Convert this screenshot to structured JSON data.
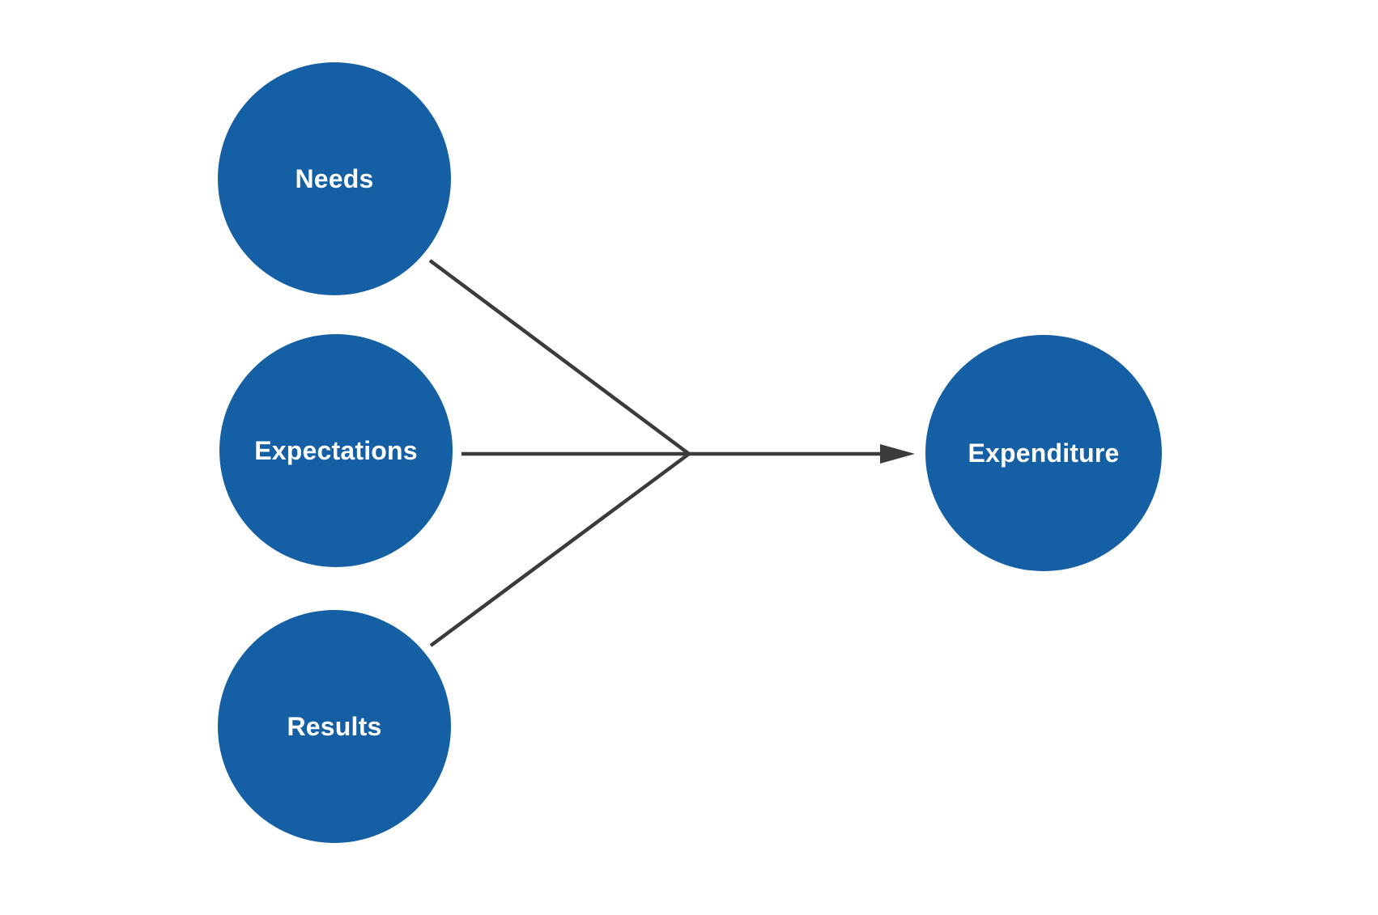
{
  "diagram": {
    "type": "convergence-flow",
    "colors": {
      "background": "#ffffff",
      "node_fill": "#1560a5",
      "node_text": "#ffffff",
      "connector": "#3b3b3b"
    },
    "nodes": [
      {
        "id": "needs",
        "label": "Needs",
        "role": "source"
      },
      {
        "id": "expectations",
        "label": "Expectations",
        "role": "source"
      },
      {
        "id": "results",
        "label": "Results",
        "role": "source"
      },
      {
        "id": "expenditure",
        "label": "Expenditure",
        "role": "target"
      }
    ],
    "edges": [
      {
        "from": "needs",
        "to": "expenditure"
      },
      {
        "from": "expectations",
        "to": "expenditure"
      },
      {
        "from": "results",
        "to": "expenditure"
      }
    ]
  }
}
